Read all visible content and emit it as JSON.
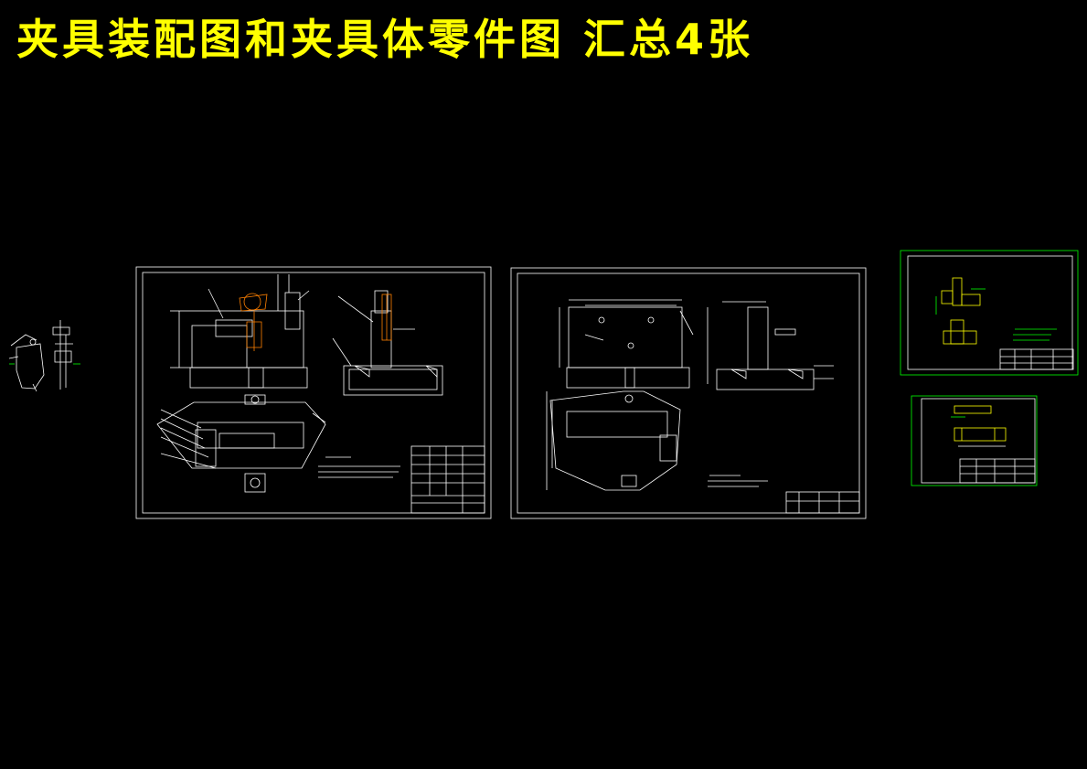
{
  "title": {
    "text": "夹具装配图和夹具体零件图 汇总4张",
    "color": "#FFFF00"
  },
  "colors": {
    "background": "#000000",
    "line_white": "#FFFFFF",
    "line_green": "#00FF00",
    "line_orange": "#FF8000",
    "line_yellow": "#FFFF00"
  },
  "drawings": [
    {
      "id": "fixture-assembly",
      "border_color": "#FFFFFF"
    },
    {
      "id": "fixture-body-part",
      "border_color": "#FFFFFF"
    },
    {
      "id": "part-drawing-small-1",
      "border_color": "#00FF00"
    },
    {
      "id": "part-drawing-small-2",
      "border_color": "#00FF00"
    }
  ]
}
